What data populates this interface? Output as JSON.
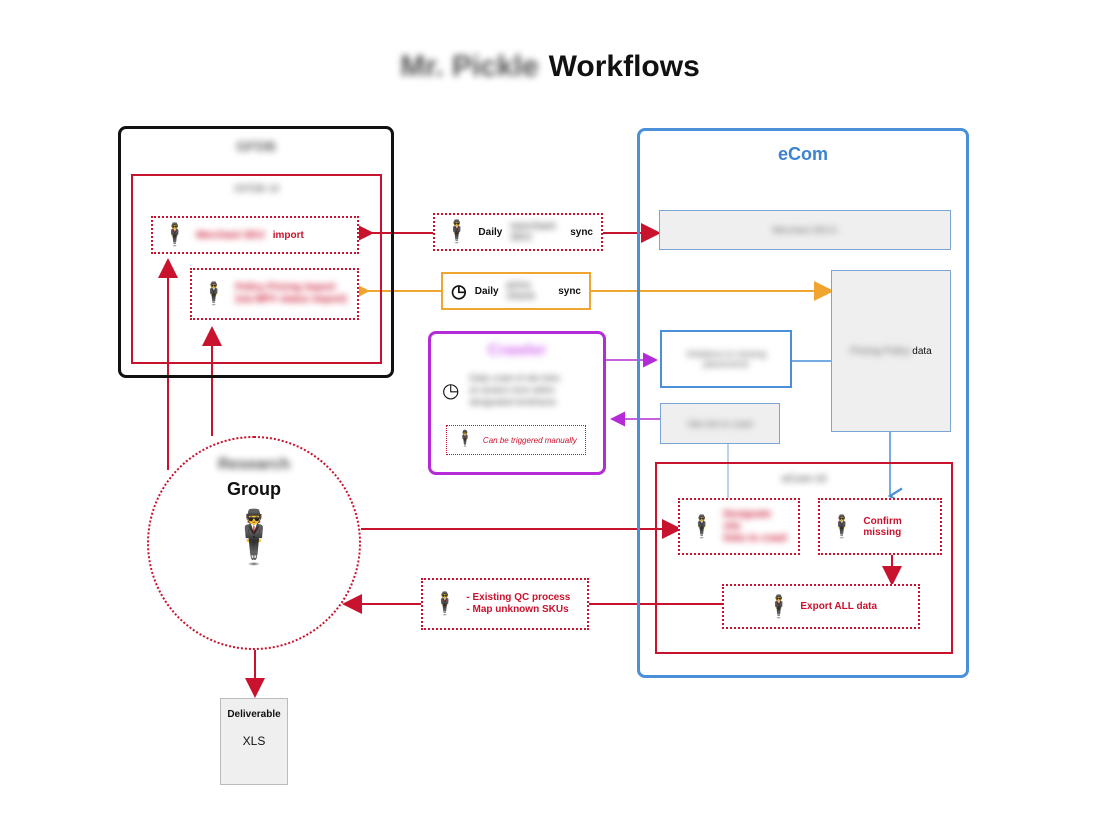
{
  "title": {
    "blurred": "Mr. Pickle",
    "text": "Workflows"
  },
  "gfdb": {
    "title": "GFDB",
    "ui_title": "GFDB UI",
    "import1_blur": "Merchant SKU",
    "import1_text": "import",
    "import2_blur_line1": "Policy Pricing import",
    "import2_blur_line2": "(via MPV status import)"
  },
  "sync1": {
    "prefix": "Daily",
    "blur": "merchant SKU",
    "suffix": "sync"
  },
  "sync2": {
    "prefix": "Daily",
    "blur": "price check",
    "suffix": "sync"
  },
  "ecom": {
    "title": "eCom",
    "merchant_skus": "Merchant SKU's",
    "pricing_blur": "Pricing Policy",
    "pricing_text": "data",
    "violations_line1": "Violations & missing",
    "violations_line2": "placements",
    "site_link": "Site link to crawl",
    "ui_title": "eCom UI",
    "designate_line1": "Designate site",
    "designate_line2": "links to crawl",
    "confirm": "Confirm missing",
    "export": "Export ALL data"
  },
  "crawler": {
    "title": "Crawler",
    "desc_line1": "Daily crawl of site links",
    "desc_line2": "at random time within",
    "desc_line3": "designated timeframe",
    "manual": "Can be triggered manually"
  },
  "group": {
    "blur": "Research",
    "text": "Group"
  },
  "qc": {
    "line1": "- Existing QC process",
    "line2": "- Map unknown SKUs"
  },
  "deliverable": {
    "label": "Deliverable",
    "type": "XLS"
  },
  "colors": {
    "red": "#c9122d",
    "blue": "#4a90d9",
    "orange": "#f0a530",
    "purple": "#b62bd8"
  }
}
